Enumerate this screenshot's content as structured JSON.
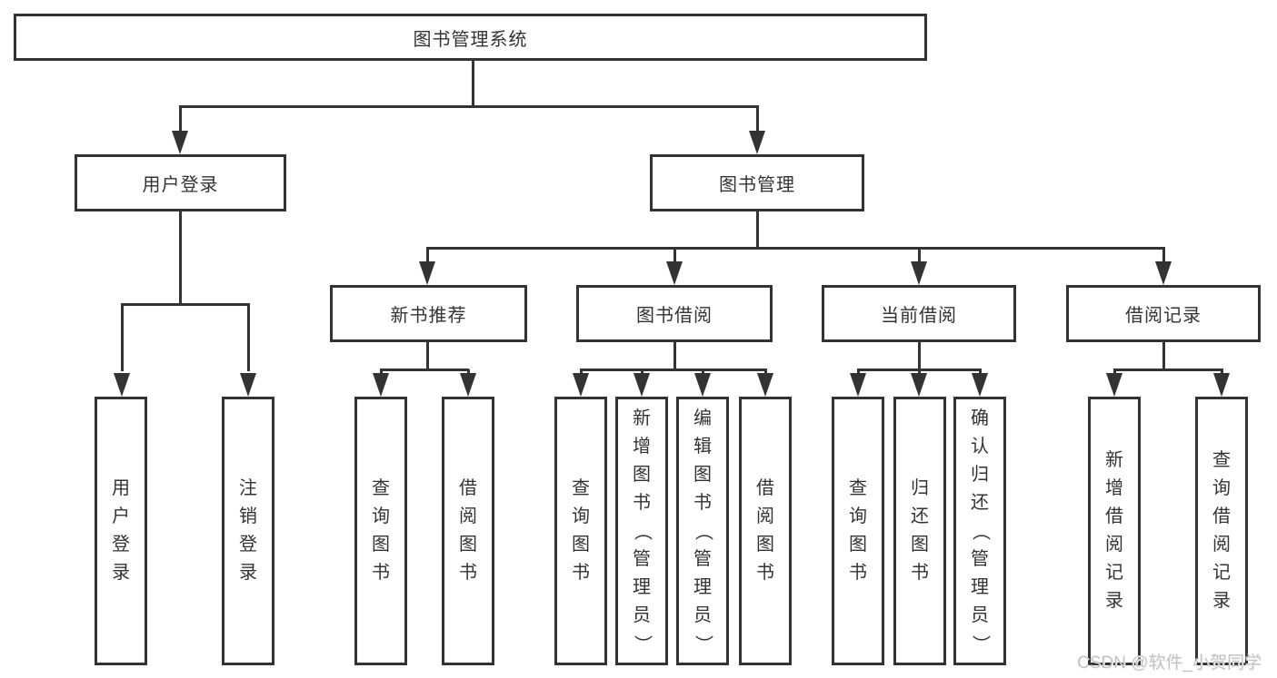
{
  "nodes": {
    "root": "图书管理系统",
    "level1": {
      "user_login": "用户登录",
      "book_management": "图书管理"
    },
    "level2": {
      "new_book_recommend": "新书推荐",
      "book_borrow": "图书借阅",
      "current_borrow": "当前借阅",
      "borrow_records": "借阅记录"
    },
    "leaves": {
      "user_login": "用户登录",
      "logout": "注销登录",
      "rec_query_book": "查询图书",
      "rec_borrow_book": "借阅图书",
      "bor_query_book": "查询图书",
      "bor_add_book": "新增图书（管理员）",
      "bor_edit_book": "编辑图书（管理员）",
      "bor_borrow_book": "借阅图书",
      "cur_query_book": "查询图书",
      "cur_return_book": "归还图书",
      "cur_confirm_return": "确认归还（管理员）",
      "add_borrow_record": "新增借阅记录",
      "query_borrow_record": "查询借阅记录"
    }
  },
  "watermark": "CSDN @软件_小贺同学",
  "colors": {
    "line": "#333333",
    "box_border": "#333333",
    "text": "#333333",
    "watermark": "#c4c4c4",
    "background": "#ffffff"
  }
}
